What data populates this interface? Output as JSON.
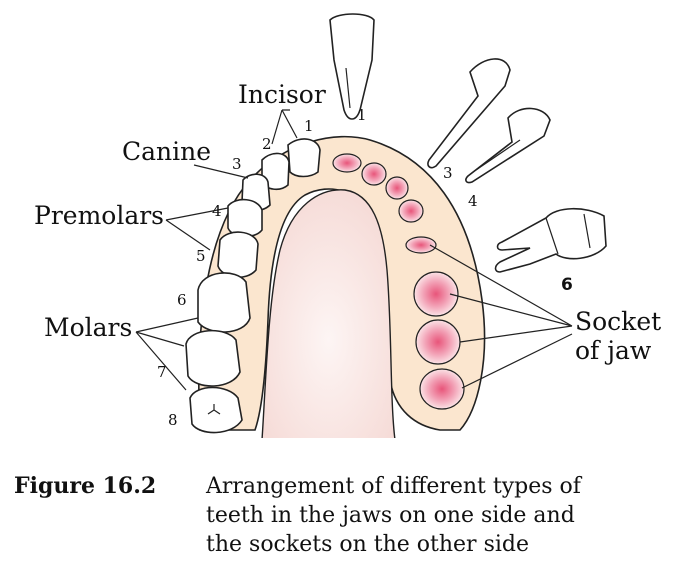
{
  "labels": {
    "incisor": "Incisor",
    "canine": "Canine",
    "premolars": "Premolars",
    "molars": "Molars",
    "socket_line1": "Socket",
    "socket_line2": "of jaw"
  },
  "tooth_numbers": {
    "jaw_incisor_1": "1",
    "jaw_incisor_2": "2",
    "jaw_canine": "3",
    "jaw_premolar_4": "4",
    "jaw_premolar_5": "5",
    "jaw_molar_6": "6",
    "jaw_molar_7": "7",
    "jaw_molar_8": "8",
    "loose_1": "1",
    "loose_3": "3",
    "loose_4": "4",
    "loose_6": "6"
  },
  "caption": {
    "figure_label": "Figure 16.2",
    "line1": "Arrangement of different types of",
    "line2": "teeth in the jaws on one side and",
    "line3": "the sockets on the other side"
  },
  "colors": {
    "gum": "#fbe6cf",
    "palate": "#f8e4e0",
    "socket": "#ec6e8e"
  }
}
